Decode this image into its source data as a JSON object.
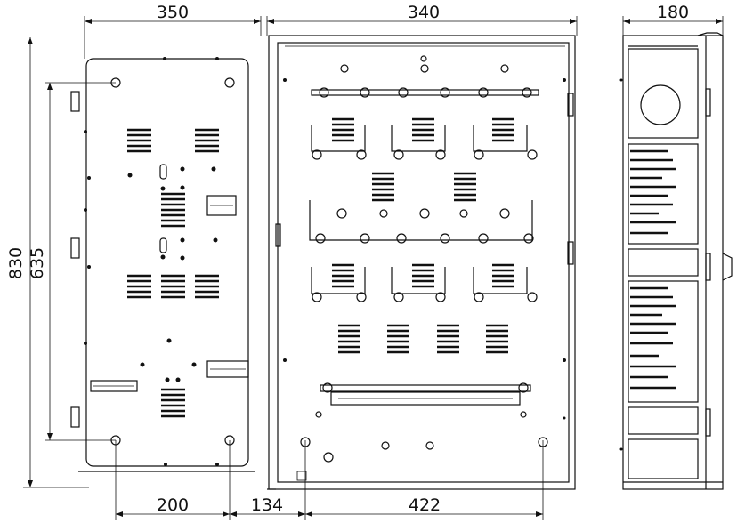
{
  "drawing": {
    "dimensions": {
      "back_panel_width": "350",
      "enclosure_width": "340",
      "depth": "180",
      "overall_height": "830",
      "mounting_height": "635",
      "bottom_spacing_1": "200",
      "bottom_spacing_2": "134",
      "bottom_spacing_3": "422"
    }
  }
}
